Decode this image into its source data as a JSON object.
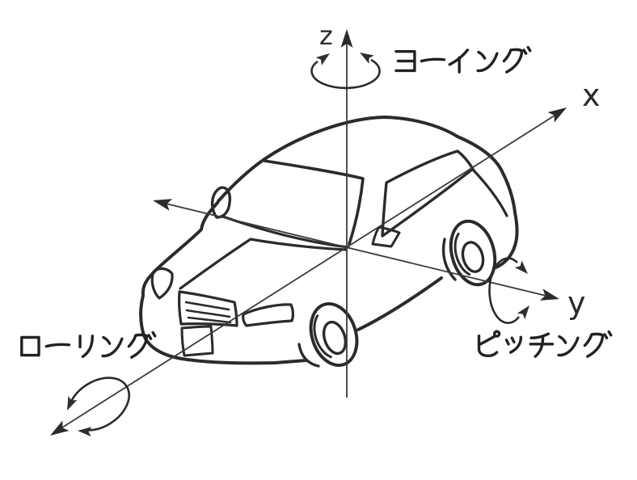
{
  "diagram": {
    "background_color": "#ffffff",
    "ink_color": "#2b2b2b",
    "axes": [
      {
        "axis": "x",
        "label": "x"
      },
      {
        "axis": "y",
        "label": "y"
      },
      {
        "axis": "z",
        "label": "z"
      }
    ],
    "rotations": [
      {
        "label": "ヨーイング",
        "about_axis": "z"
      },
      {
        "label": "ピッチング",
        "about_axis": "y"
      },
      {
        "label": "ローリング",
        "about_axis": "x"
      }
    ]
  }
}
